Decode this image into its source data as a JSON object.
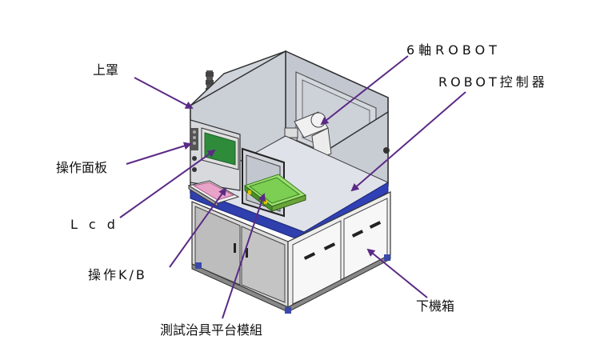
{
  "callouts": {
    "top_cover": "上罩",
    "six_axis_robot": "6軸ROBOT",
    "robot_controller": "ROBOT控制器",
    "operation_panel": "操作面板",
    "lcd": "Lcd",
    "keyboard": "操作K/B",
    "test_fixture_module": "測試治具平台模組",
    "lower_cabinet": "下機箱"
  },
  "colors": {
    "leader_line": "#5b2a86",
    "frame": "#333333",
    "glass": "#c9ced6",
    "blue_band": "#2f3fae",
    "cabinet": "#e7e7e7",
    "lcd_screen": "#2e8b3a",
    "fixture_green": "#9be070",
    "keyboard_pink": "#e9a3c9"
  }
}
